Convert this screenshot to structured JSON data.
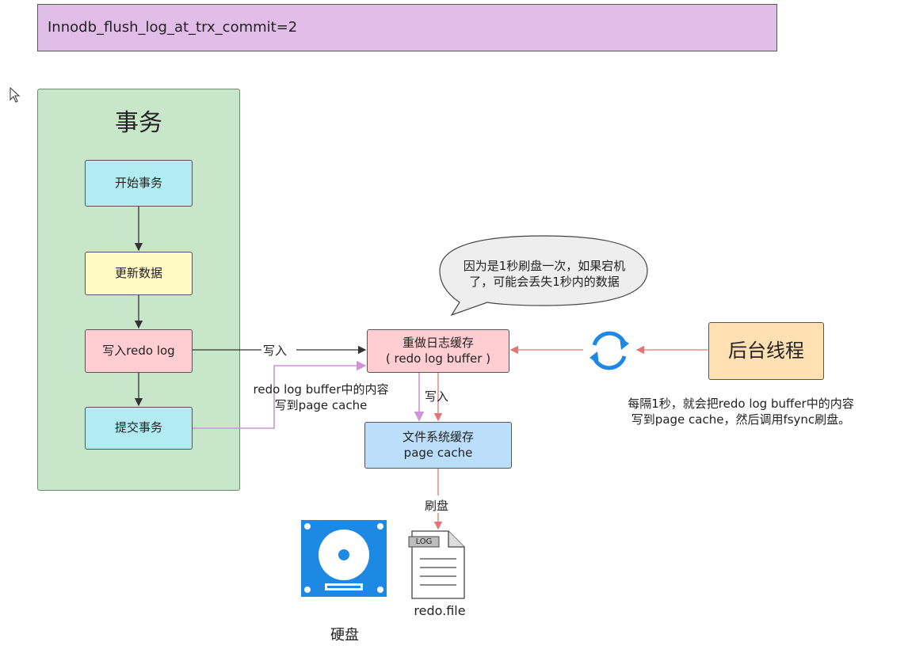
{
  "header": {
    "title": "Innodb_flush_log_at_trx_commit=2"
  },
  "transaction": {
    "title": "事务",
    "steps": [
      "开始事务",
      "更新数据",
      "写入redo log",
      "提交事务"
    ]
  },
  "redo_buffer": {
    "line1": "重做日志缓存",
    "line2": "( redo log buffer )"
  },
  "page_cache": {
    "line1": "文件系统缓存",
    "line2": "page cache"
  },
  "background_thread": {
    "label": "后台线程"
  },
  "labels": {
    "write_to_buffer": "写入",
    "commit_note_line1": "redo log buffer中的内容",
    "commit_note_line2": "写到page cache",
    "write_to_cache": "写入",
    "flush": "刷盘",
    "thread_note_line1": "每隔1秒，就会把redo log buffer中的内容",
    "thread_note_line2": "写到page cache，然后调用fsync刷盘。",
    "bubble_line1": "因为是1秒刷盘一次，如果宕机",
    "bubble_line2": "了，可能会丢失1秒内的数据",
    "disk": "硬盘",
    "redo_file": "redo.file",
    "log_tag": "LOG"
  },
  "icons": {
    "disk": "hard-disk-icon",
    "file": "log-file-icon",
    "sync": "sync-cycle-icon",
    "cursor": "mouse-cursor-icon"
  },
  "colors": {
    "header_bg": "#e1bee7",
    "panel_bg": "#c8e6c9",
    "cyan_box": "#b2ebf2",
    "yellow_box": "#fff9c4",
    "pink_box": "#ffcdd2",
    "blue_box": "#bbdefb",
    "orange_box": "#ffe0b2",
    "red_arrow": "#e57373",
    "purple_arrow": "#ce93d8",
    "disk_blue": "#1e88e5"
  }
}
